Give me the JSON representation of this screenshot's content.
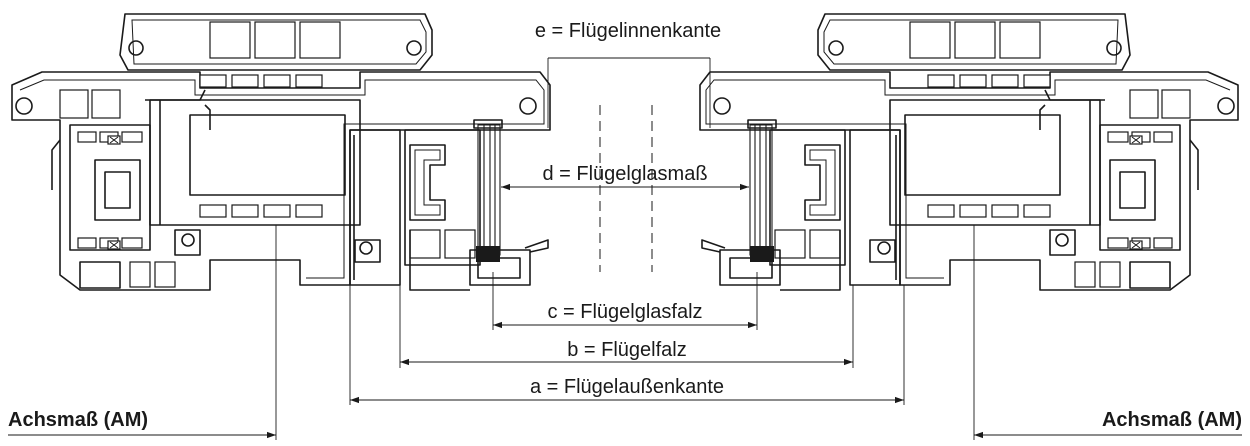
{
  "labels": {
    "e": "e = Flügelinnenkante",
    "d": "d = Flügelglasmaß",
    "c": "c = Flügelglasfalz",
    "b": "b = Flügelfalz",
    "a": "a = Flügelaußenkante",
    "am_left": "Achsmaß (AM)",
    "am_right": "Achsmaß (AM)"
  }
}
